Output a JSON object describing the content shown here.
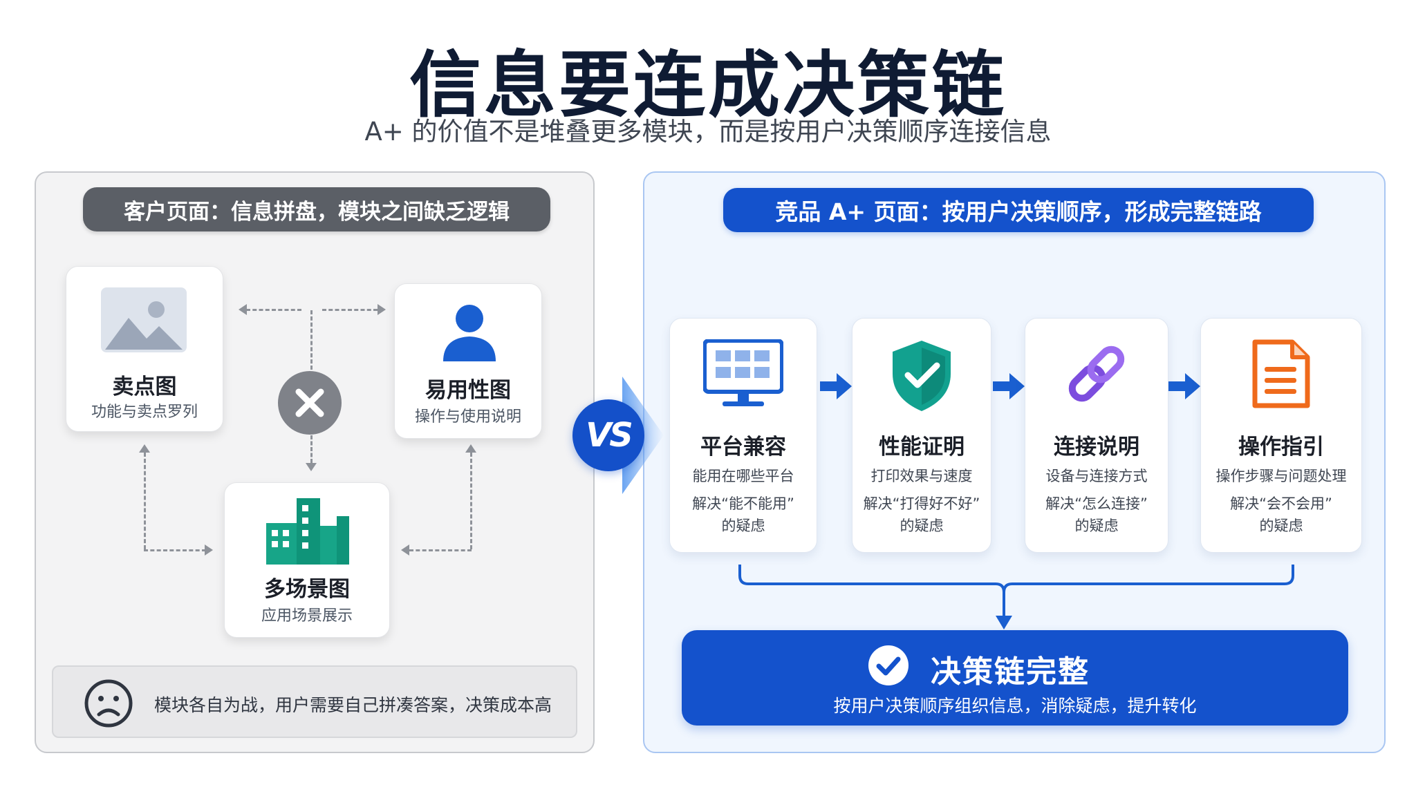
{
  "header": {
    "title": "信息要连成决策链",
    "subtitle": "A+ 的价值不是堆叠更多模块，而是按用户决策顺序连接信息"
  },
  "left_panel": {
    "title": "客户页面：信息拼盘，模块之间缺乏逻辑",
    "cards": [
      {
        "title": "卖点图",
        "desc": "功能与卖点罗列",
        "icon": "image-icon"
      },
      {
        "title": "易用性图",
        "desc": "操作与使用说明",
        "icon": "person-icon"
      },
      {
        "title": "多场景图",
        "desc": "应用场景展示",
        "icon": "buildings-icon"
      }
    ],
    "warning": "模块各自为战，用户需要自己拼凑答案，决策成本高"
  },
  "vs_label": "VS",
  "right_panel": {
    "title": "竞品 A+ 页面：按用户决策顺序，形成完整链路",
    "steps": [
      {
        "title": "平台兼容",
        "desc": "能用在哪些平台",
        "resolve": "解决“能不能用”",
        "resolve2": "的疑虑",
        "icon": "monitor-icon"
      },
      {
        "title": "性能证明",
        "desc": "打印效果与速度",
        "resolve": "解决“打得好不好”",
        "resolve2": "的疑虑",
        "icon": "shield-check-icon"
      },
      {
        "title": "连接说明",
        "desc": "设备与连接方式",
        "resolve": "解决“怎么连接”",
        "resolve2": "的疑虑",
        "icon": "link-icon"
      },
      {
        "title": "操作指引",
        "desc": "操作步骤与问题处理",
        "resolve": "解决“会不会用”",
        "resolve2": "的疑虑",
        "icon": "document-icon"
      }
    ],
    "result": {
      "title": "决策链完整",
      "desc": "按用户决策顺序组织信息，消除疑虑，提升转化"
    }
  },
  "colors": {
    "navy": "#0f1b33",
    "gray_pill": "#5b5f66",
    "blue": "#1452cc",
    "teal": "#0f9d8a",
    "purple": "#7c4dde",
    "orange": "#ef6a1b"
  }
}
